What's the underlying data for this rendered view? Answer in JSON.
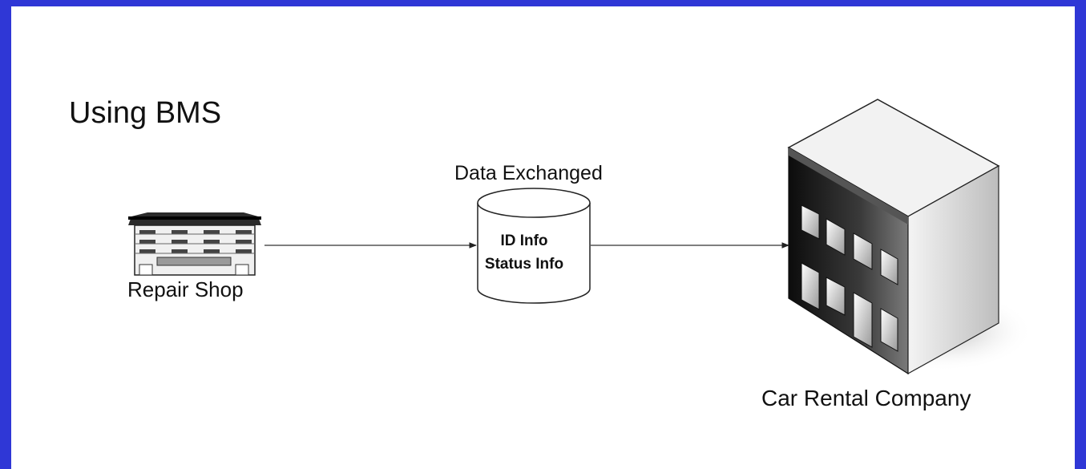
{
  "title": "Using BMS",
  "repair_shop": {
    "label": "Repair Shop",
    "icon": "repair-shop-icon"
  },
  "data_store": {
    "label": "Data Exchanged",
    "lines": [
      "ID Info",
      "Status Info"
    ],
    "icon": "database-cylinder-icon"
  },
  "company": {
    "label": "Car Rental Company",
    "icon": "office-building-icon"
  },
  "colors": {
    "border": "#2f37d6",
    "background": "#ffffff",
    "line": "#333333"
  }
}
